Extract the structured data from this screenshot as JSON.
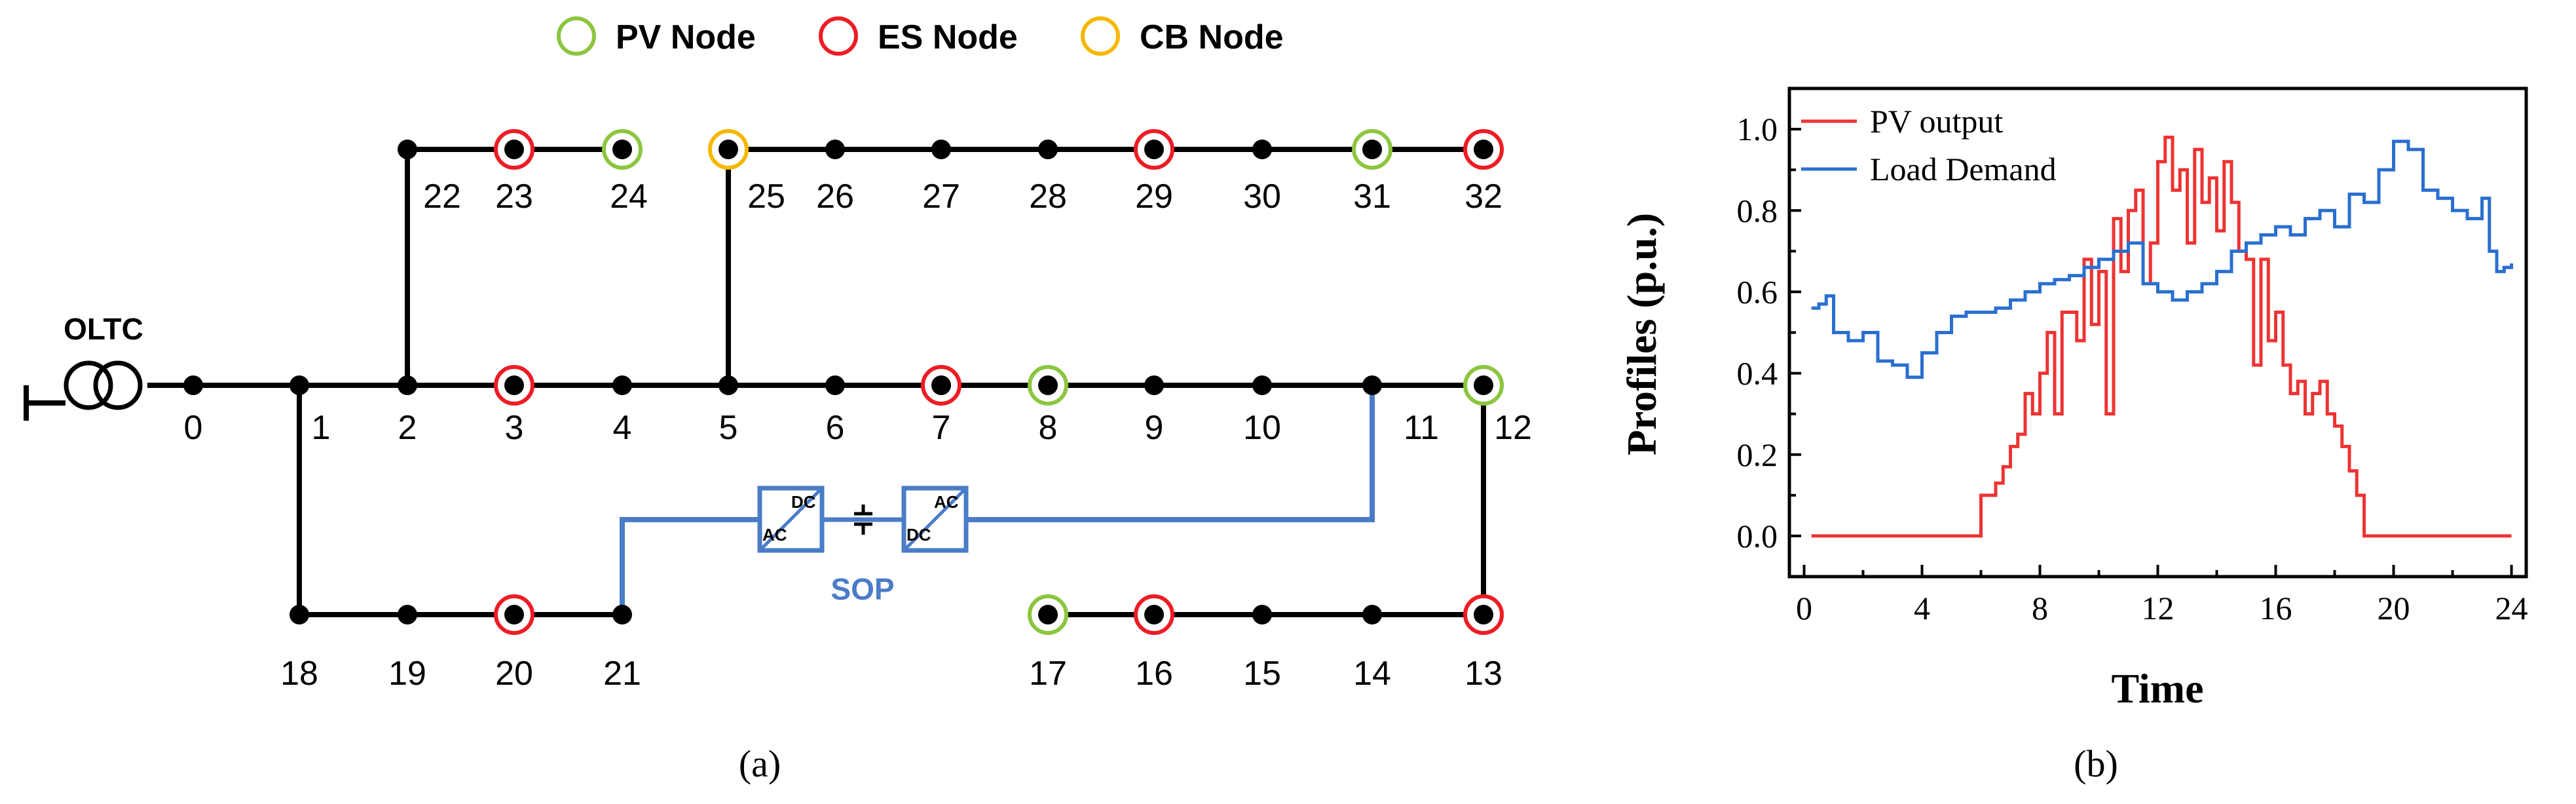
{
  "legend": {
    "items": [
      {
        "label": "PV Node",
        "color": "#8cc63f"
      },
      {
        "label": "ES Node",
        "color": "#ee1c24"
      },
      {
        "label": "CB Node",
        "color": "#f5b800"
      }
    ]
  },
  "network": {
    "transformer_label": "OLTC",
    "sop_label": "SOP",
    "converter_labels": [
      "DC",
      "AC",
      "AC",
      "DC"
    ],
    "node_labels": [
      "0",
      "1",
      "2",
      "3",
      "4",
      "5",
      "6",
      "7",
      "8",
      "9",
      "10",
      "11",
      "12",
      "13",
      "14",
      "15",
      "16",
      "17",
      "18",
      "19",
      "20",
      "21",
      "22",
      "23",
      "24",
      "25",
      "26",
      "27",
      "28",
      "29",
      "30",
      "31",
      "32"
    ],
    "pv_nodes": [
      8,
      12,
      17,
      24,
      31
    ],
    "es_nodes": [
      3,
      7,
      13,
      16,
      20,
      23,
      29,
      32
    ],
    "cb_nodes": [
      25
    ],
    "colors": {
      "line": "#000000",
      "sop": "#4a7cc7",
      "pv": "#8cc63f",
      "es": "#ee1c24",
      "cb": "#f5b800"
    }
  },
  "captions": {
    "a": "(a)",
    "b": "(b)"
  },
  "chart_data": {
    "type": "line",
    "xlabel": "Time",
    "ylabel": "Profiles (p.u.)",
    "xlim": [
      -0.5,
      24.5
    ],
    "ylim": [
      -0.1,
      1.1
    ],
    "xticks": [
      "0",
      "4",
      "8",
      "12",
      "16",
      "20",
      "24"
    ],
    "yticks": [
      "0.0",
      "0.2",
      "0.4",
      "0.6",
      "0.8",
      "1.0"
    ],
    "legend_position": "top-left",
    "grid": false,
    "series": [
      {
        "name": "PV output",
        "color": "#ee3333",
        "step": true,
        "x": [
          0.25,
          6.0,
          6.25,
          6.5,
          6.75,
          7.0,
          7.25,
          7.5,
          7.75,
          8.0,
          8.25,
          8.5,
          8.75,
          9.0,
          9.25,
          9.5,
          9.75,
          10.0,
          10.25,
          10.5,
          10.75,
          11.0,
          11.25,
          11.5,
          11.75,
          12.0,
          12.25,
          12.5,
          12.75,
          13.0,
          13.25,
          13.5,
          13.75,
          14.0,
          14.25,
          14.5,
          14.75,
          15.0,
          15.25,
          15.5,
          15.75,
          16.0,
          16.25,
          16.5,
          16.75,
          17.0,
          17.25,
          17.5,
          17.75,
          18.0,
          18.25,
          18.5,
          18.75,
          19.0,
          19.25,
          24.0
        ],
        "values": [
          0.0,
          0.1,
          0.1,
          0.13,
          0.17,
          0.22,
          0.25,
          0.35,
          0.3,
          0.4,
          0.5,
          0.3,
          0.55,
          0.55,
          0.48,
          0.68,
          0.52,
          0.65,
          0.3,
          0.78,
          0.65,
          0.8,
          0.85,
          0.62,
          0.72,
          0.92,
          0.98,
          0.85,
          0.9,
          0.72,
          0.95,
          0.82,
          0.88,
          0.75,
          0.92,
          0.82,
          0.7,
          0.68,
          0.42,
          0.68,
          0.48,
          0.55,
          0.42,
          0.35,
          0.38,
          0.3,
          0.35,
          0.38,
          0.3,
          0.27,
          0.22,
          0.16,
          0.1,
          0.0,
          0.0,
          0.0
        ]
      },
      {
        "name": "Load Demand",
        "color": "#2a6fd0",
        "step": true,
        "x": [
          0.25,
          0.5,
          0.75,
          1.0,
          1.5,
          2.0,
          2.5,
          3.0,
          3.5,
          4.0,
          4.5,
          5.0,
          5.5,
          6.0,
          6.5,
          7.0,
          7.5,
          8.0,
          8.5,
          9.0,
          9.5,
          10.0,
          10.5,
          11.0,
          11.5,
          12.0,
          12.5,
          13.0,
          13.5,
          14.0,
          14.5,
          15.0,
          15.5,
          16.0,
          16.5,
          17.0,
          17.5,
          18.0,
          18.5,
          19.0,
          19.5,
          20.0,
          20.5,
          21.0,
          21.5,
          22.0,
          22.5,
          23.0,
          23.25,
          23.5,
          23.75,
          24.0
        ],
        "values": [
          0.56,
          0.57,
          0.59,
          0.5,
          0.48,
          0.5,
          0.43,
          0.42,
          0.39,
          0.45,
          0.5,
          0.54,
          0.55,
          0.55,
          0.56,
          0.58,
          0.6,
          0.62,
          0.63,
          0.64,
          0.66,
          0.68,
          0.7,
          0.72,
          0.62,
          0.6,
          0.58,
          0.6,
          0.62,
          0.65,
          0.7,
          0.72,
          0.74,
          0.76,
          0.74,
          0.78,
          0.8,
          0.76,
          0.84,
          0.82,
          0.9,
          0.97,
          0.95,
          0.85,
          0.83,
          0.8,
          0.78,
          0.83,
          0.7,
          0.65,
          0.66,
          0.67
        ]
      }
    ]
  }
}
